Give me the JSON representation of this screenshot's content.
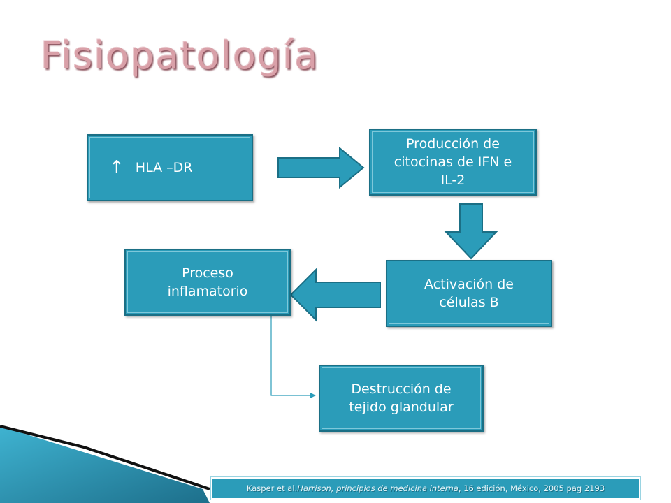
{
  "title": "Fisiopatología",
  "nodes": {
    "hla": {
      "arrow": "↑",
      "text": "HLA –DR"
    },
    "citocinas": {
      "text": "Producción de\ncitocinas de IFN  e\nIL-2"
    },
    "activacion": {
      "text": "Activación de\ncélulas B"
    },
    "proceso": {
      "text": "Proceso\ninflamatorio"
    },
    "destruccion": {
      "text": "Destrucción de\ntejido glandular"
    }
  },
  "citation": {
    "authors": "Kasper et al. ",
    "book": "Harrison, principios de medicina interna",
    "details": ", 16 edición, México, 2005 pag 2193"
  },
  "colors": {
    "box_fill": "#2b9cb9",
    "box_border": "#1b6f85",
    "title": "#d9a0a8"
  }
}
